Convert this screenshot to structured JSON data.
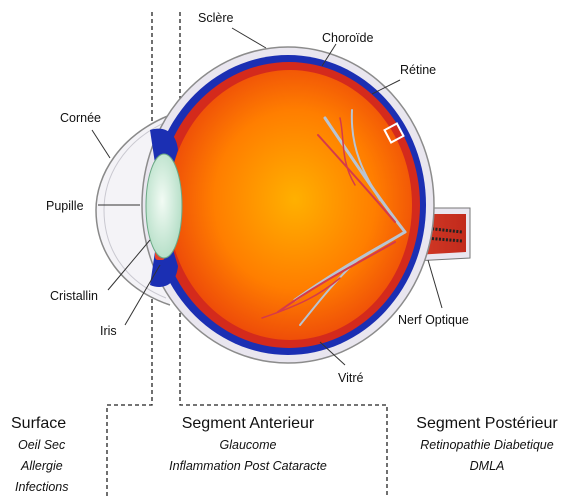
{
  "labels": {
    "sclere": "Sclère",
    "choroide": "Choroïde",
    "retine": "Rétine",
    "cornee": "Cornée",
    "pupille": "Pupille",
    "cristallin": "Cristallin",
    "iris": "Iris",
    "nerf_optique": "Nerf Optique",
    "vitre": "Vitré"
  },
  "sections": [
    {
      "title": "Surface",
      "items": [
        "Oeil Sec",
        "Allergie",
        "Infections"
      ]
    },
    {
      "title": "Segment Anterieur",
      "items": [
        "Glaucome",
        "Inflammation Post Cataracte"
      ]
    },
    {
      "title": "Segment Postérieur",
      "items": [
        "Retinopathie Diabetique",
        "DMLA"
      ]
    }
  ],
  "colors": {
    "sclera": "#e9e6ef",
    "choroid": "#1b2fb3",
    "retina": "#d42a1c",
    "vitreous_center": "#ffb300",
    "vitreous_edge": "#e8300c",
    "lens": "#d8efe0",
    "vessels": "#c8d2dc"
  }
}
